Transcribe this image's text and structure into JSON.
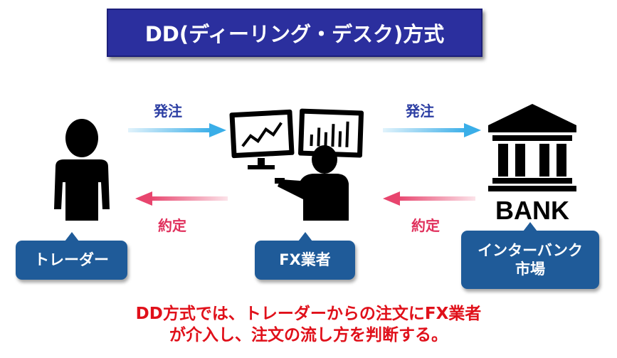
{
  "title": "DD(ディーリング・デスク)方式",
  "arrows": {
    "order_label_left": "発注",
    "order_label_right": "発注",
    "contract_label_left": "約定",
    "contract_label_right": "約定"
  },
  "nodes": {
    "trader": "トレーダー",
    "fx_dealer": "FX業者",
    "interbank_line1": "インターバンク",
    "interbank_line2": "市場",
    "bank_sign": "BANK"
  },
  "caption": {
    "line1": "DD方式では、トレーダーからの注文にFX業者",
    "line2": "が介入し、注文の流し方を判断する。"
  },
  "colors": {
    "title_bg": "#2b2f9e",
    "order_arrow": "#3aaee8",
    "contract_arrow": "#e8456e",
    "bubble_bg": "#1f5b99",
    "caption_text": "#e0101a"
  },
  "icons": [
    "trader-person-icon",
    "dealer-monitor-icon",
    "bank-building-icon"
  ]
}
